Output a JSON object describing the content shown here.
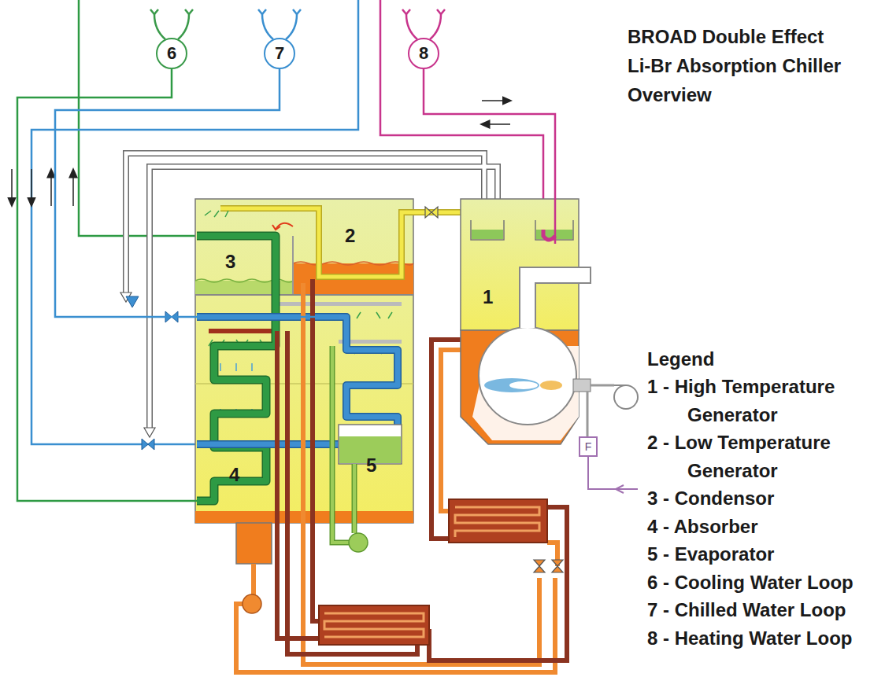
{
  "diagram": {
    "title": "BROAD Double Effect Li-Br Absorption Chiller Overview",
    "nodes": [
      {
        "text": [
          "6"
        ]
      },
      {
        "text": [
          "7"
        ]
      },
      {
        "text": [
          "8"
        ]
      },
      {
        "text": [
          "2"
        ]
      },
      {
        "text": [
          "3"
        ]
      },
      {
        "text": [
          "1"
        ]
      },
      {
        "text": [
          "5"
        ]
      },
      {
        "text": [
          "4"
        ]
      },
      {
        "text": [
          "F"
        ]
      }
    ],
    "edges": [
      {
        "from": 0,
        "to": 7,
        "arrow": "none"
      },
      {
        "from": 1,
        "to": 6,
        "arrow": "none"
      },
      {
        "from": 2,
        "to": 5,
        "arrow": "none"
      }
    ],
    "labels": [
      "Legend"
    ],
    "legend": [
      {
        "text": "1 - High Temperature Generator"
      },
      {
        "text": "2 - Low Temperature Generator"
      },
      {
        "text": "3 - Condensor"
      },
      {
        "text": "4 - Absorber"
      },
      {
        "text": "5 - Evaporator"
      },
      {
        "text": "6 - Cooling Water Loop"
      },
      {
        "text": "7 - Chilled Water Loop"
      },
      {
        "text": "8 - Heating Water Loop"
      }
    ]
  }
}
